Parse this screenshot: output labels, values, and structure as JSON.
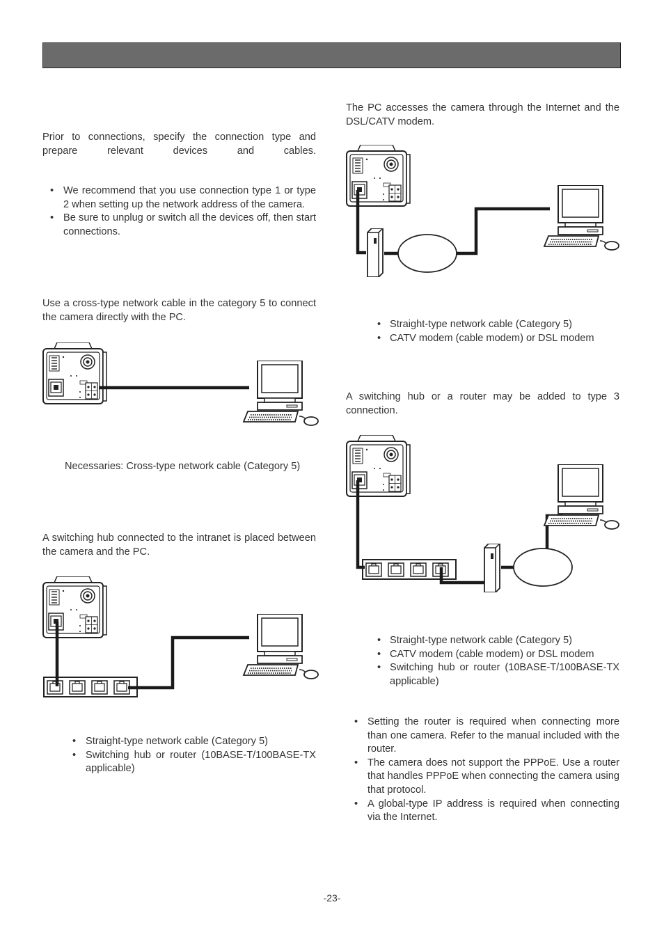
{
  "page": {
    "intro": "Prior to connections, specify the connection type and prepare relevant devices and cables.",
    "notes": [
      "We recommend that you use connection type 1 or type 2 when setting up the network address of the camera.",
      "Be sure to unplug or switch all the devices off, then start connections."
    ],
    "page_number": "-23-"
  },
  "type1": {
    "description": "Use a cross-type network cable in the category 5 to connect the camera directly with the PC.",
    "necessaries": "Necessaries: Cross-type network cable (Category 5)"
  },
  "type2": {
    "description": "A switching hub connected to the intranet is placed between the camera and the PC.",
    "items": [
      "Straight-type network cable (Category 5)",
      "Switching hub or router (10BASE-T/100BASE-TX applicable)"
    ]
  },
  "type3": {
    "description": "The PC accesses the camera through the Internet and the DSL/CATV modem.",
    "items": [
      "Straight-type network cable (Category 5)",
      "CATV modem (cable modem) or DSL modem"
    ]
  },
  "type4": {
    "description": "A switching hub or a router may be added to type 3 connection.",
    "items": [
      "Straight-type network cable (Category 5)",
      "CATV modem (cable modem) or DSL modem",
      "Switching hub or router (10BASE-T/100BASE-TX applicable)"
    ],
    "notes": [
      "Setting the router is required when connecting more than one camera. Refer to the manual included with the router.",
      "The camera does not support the PPPoE. Use a router that handles PPPoE when connecting the camera using that protocol.",
      "A global-type IP address is required when connecting via the Internet."
    ]
  }
}
